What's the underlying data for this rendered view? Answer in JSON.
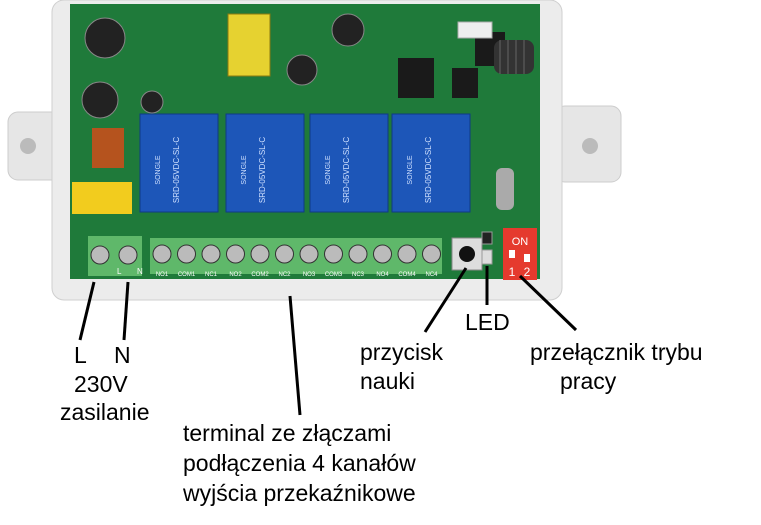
{
  "board": {
    "relay_brand": "SONGLE",
    "relay_model": "SRD-05VDC-SL-C",
    "power_terminal_labels": [
      "L",
      "N"
    ],
    "output_terminal_labels": [
      "NO1",
      "COM1",
      "NC1",
      "NO2",
      "COM2",
      "NC2",
      "NO3",
      "COM3",
      "NC3",
      "NO4",
      "COM4",
      "NC4"
    ],
    "dip_switch": {
      "on_label": "ON",
      "positions": [
        "1",
        "2"
      ]
    }
  },
  "annotations": {
    "l": "L",
    "n": "N",
    "voltage": "230V",
    "power": "zasilanie",
    "terminal_lines": [
      "terminal ze złączami",
      "podłączenia 4 kanałów",
      "wyjścia przekaźnikowe"
    ],
    "button_lines": [
      "przycisk",
      "nauki"
    ],
    "led": "LED",
    "switch_lines": [
      "przełącznik trybu",
      "pracy"
    ]
  },
  "colors": {
    "pcb": "#1f7a3a",
    "relay": "#1d56b8",
    "terminal": "#5fb86a",
    "dip": "#e53a2e",
    "case": "#ececec"
  }
}
